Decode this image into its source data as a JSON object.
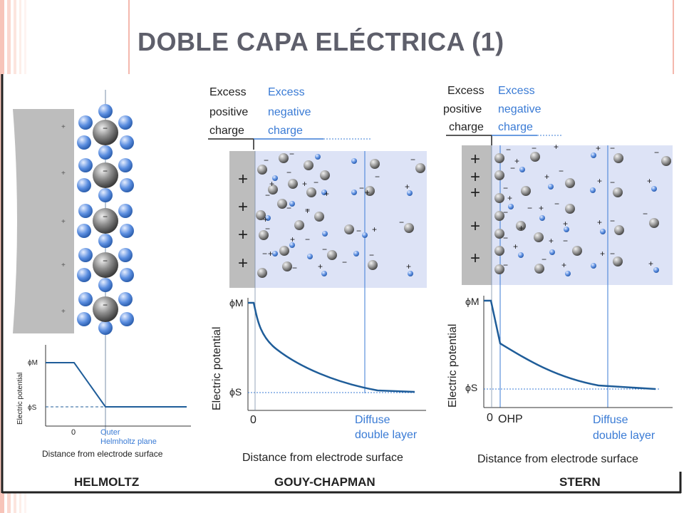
{
  "slide": {
    "title": "DOBLE CAPA ELÉCTRICA (1)",
    "accent_color": "#f4b8ad",
    "text_color": "#5e5f6b"
  },
  "panels": {
    "helmholtz": {
      "caption": "HELMOLTZ",
      "phi_m": "ϕM",
      "phi_s": "ϕS",
      "y_label": "Electric potential",
      "zero": "0",
      "plane_label_1": "Outer",
      "plane_label_2": "Helmholtz plane",
      "x_label": "Distance from electrode surface"
    },
    "gouy_chapman": {
      "caption": "GOUY-CHAPMAN",
      "excess_positive": [
        "Excess",
        "positive",
        "charge"
      ],
      "excess_negative": [
        "Excess",
        "negative",
        "charge"
      ],
      "phi_m": "ϕM",
      "phi_s": "ϕS",
      "y_label": "Electric potential",
      "zero": "0",
      "layer_label_1": "Diffuse",
      "layer_label_2": "double layer",
      "x_label": "Distance from electrode surface"
    },
    "stern": {
      "caption": "STERN",
      "excess_positive": [
        "Excess",
        "positive",
        "charge"
      ],
      "excess_negative": [
        "Excess",
        "negative",
        "charge"
      ],
      "phi_m": "ϕM",
      "phi_s": "ϕS",
      "y_label": "Electric potential",
      "zero": "0",
      "ohp": "OHP",
      "layer_label_1": "Diffuse",
      "layer_label_2": "double layer",
      "x_label": "Distance from electrode surface"
    }
  },
  "colors": {
    "electrode": "#bdbdbd",
    "solution": "#dde3f6",
    "potential_curve": "#1f5d99",
    "label_blue": "#3a7bd5",
    "ion_gray": "#8a8a8a",
    "ion_blue": "#4a7fd0"
  }
}
